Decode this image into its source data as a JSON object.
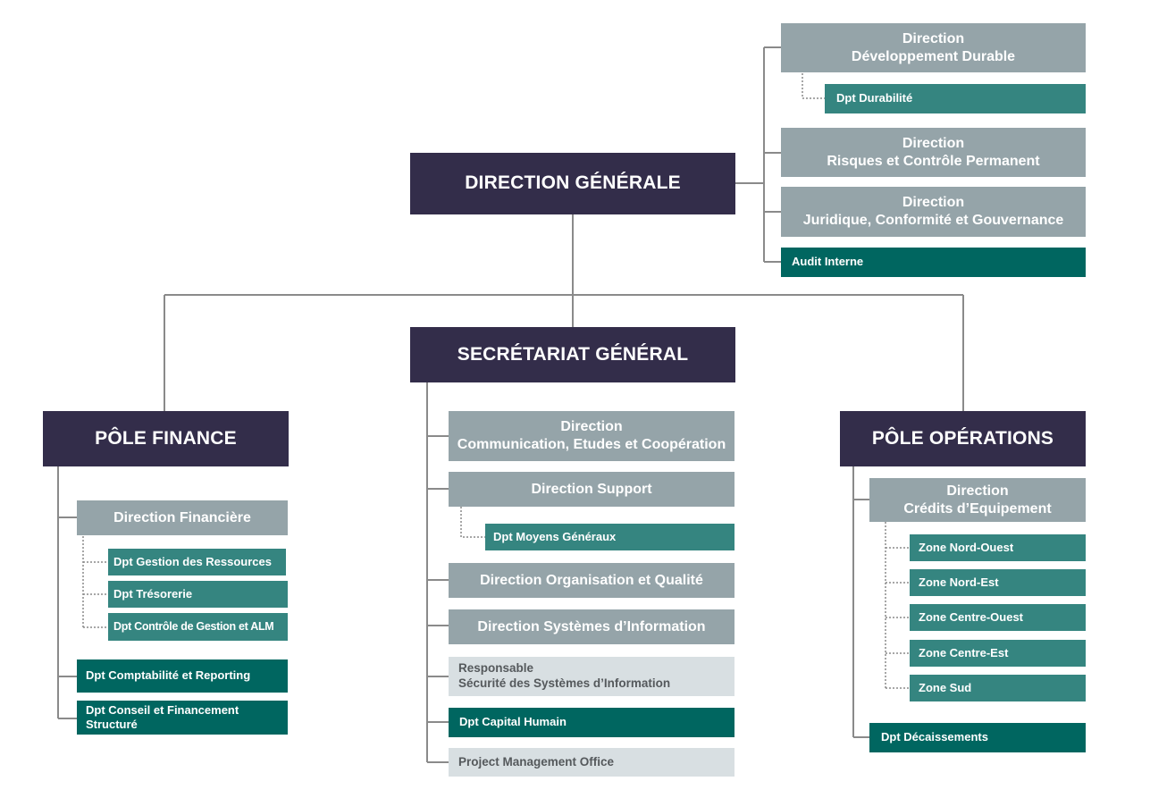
{
  "colors": {
    "pole": "#332d4a",
    "direction": "#95a4a9",
    "department": "#358580",
    "department_dark": "#006660",
    "light": "#d8dfe2",
    "connector": "#8a8a8a"
  },
  "direction_generale": {
    "title": "DIRECTION GÉNÉRALE",
    "units": {
      "dev_durable": {
        "line1": "Direction",
        "line2": "Développement Durable"
      },
      "dpt_durabilite": "Dpt Durabilité",
      "risques": {
        "line1": "Direction",
        "line2": "Risques et Contrôle Permanent"
      },
      "juridique": {
        "line1": "Direction",
        "line2": "Juridique, Conformité et Gouvernance"
      },
      "audit": "Audit Interne"
    }
  },
  "secretariat_general": {
    "title": "SECRÉTARIAT GÉNÉRAL",
    "units": {
      "communication": {
        "line1": "Direction",
        "line2": "Communication, Etudes et Coopération"
      },
      "support": "Direction Support",
      "moyens_generaux": "Dpt Moyens Généraux",
      "organisation": "Direction Organisation et Qualité",
      "systemes_info": "Direction Systèmes d’Information",
      "rssi": {
        "line1": "Responsable",
        "line2": "Sécurité des Systèmes d’Information"
      },
      "capital_humain": "Dpt Capital Humain",
      "pmo": "Project Management Office"
    }
  },
  "pole_finance": {
    "title": "PÔLE FINANCE",
    "units": {
      "direction_financiere": "Direction Financière",
      "gestion_ressources": "Dpt Gestion des Ressources",
      "tresorerie": "Dpt Trésorerie",
      "controle_gestion": "Dpt Contrôle de Gestion et ALM",
      "comptabilite": "Dpt Comptabilité et Reporting",
      "conseil": {
        "line1": "Dpt Conseil et Financement",
        "line2": "Structuré"
      }
    }
  },
  "pole_operations": {
    "title": "PÔLE OPÉRATIONS",
    "units": {
      "credits": {
        "line1": "Direction",
        "line2": "Crédits d’Equipement"
      },
      "zones": [
        "Zone Nord-Ouest",
        "Zone Nord-Est",
        "Zone Centre-Ouest",
        "Zone Centre-Est",
        "Zone Sud"
      ],
      "decaissements": "Dpt Décaissements"
    }
  }
}
